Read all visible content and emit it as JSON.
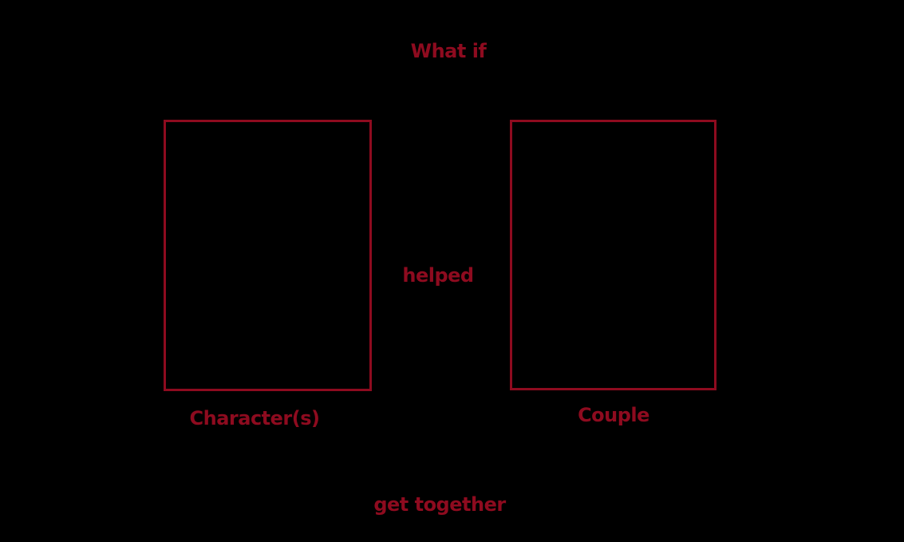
{
  "colors": {
    "background": "#000000",
    "accent": "#8E0B1F"
  },
  "diagram": {
    "top_text": "What if",
    "middle_text": "helped",
    "bottom_text": "get together",
    "left_box": {
      "label": "Character(s)",
      "content": ""
    },
    "right_box": {
      "label": "Couple",
      "content": ""
    }
  }
}
